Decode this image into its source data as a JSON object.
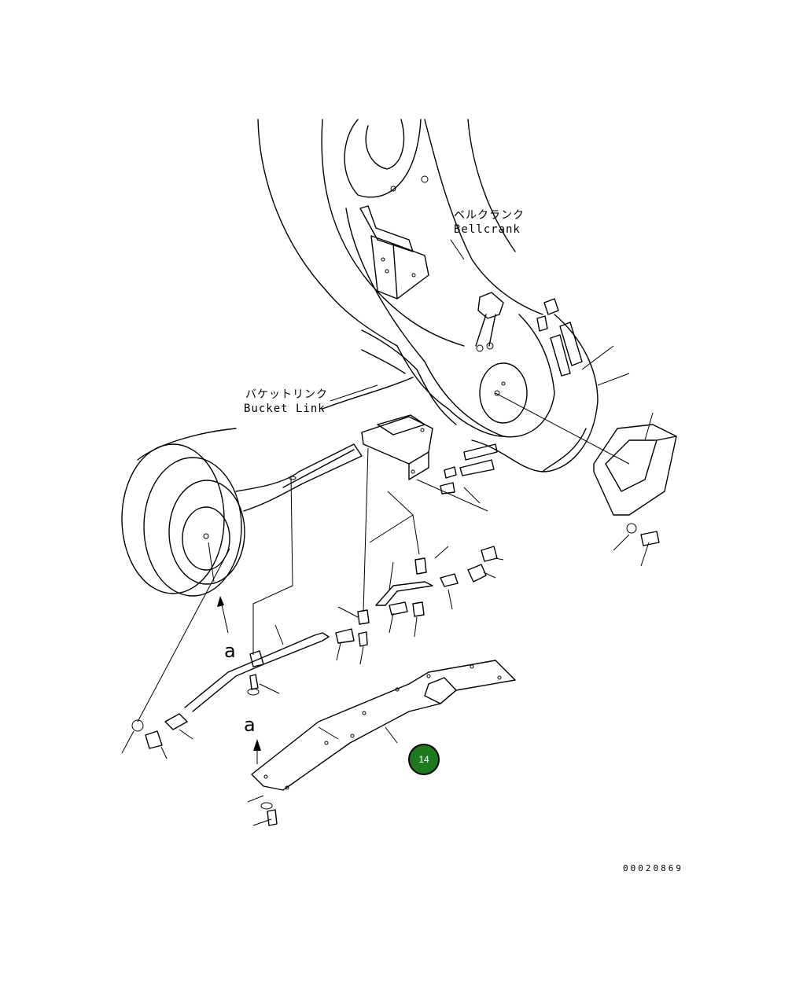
{
  "labels": {
    "bellcrank_jp": "ベルクランク",
    "bellcrank_en": "Bellcrank",
    "bucket_link_jp": "バケットリンク",
    "bucket_link_en": "Bucket Link",
    "view_a_upper": "a",
    "view_a_lower": "a"
  },
  "callout": {
    "number": "14",
    "color": "#1e7a1e"
  },
  "drawing_number": "00020869"
}
